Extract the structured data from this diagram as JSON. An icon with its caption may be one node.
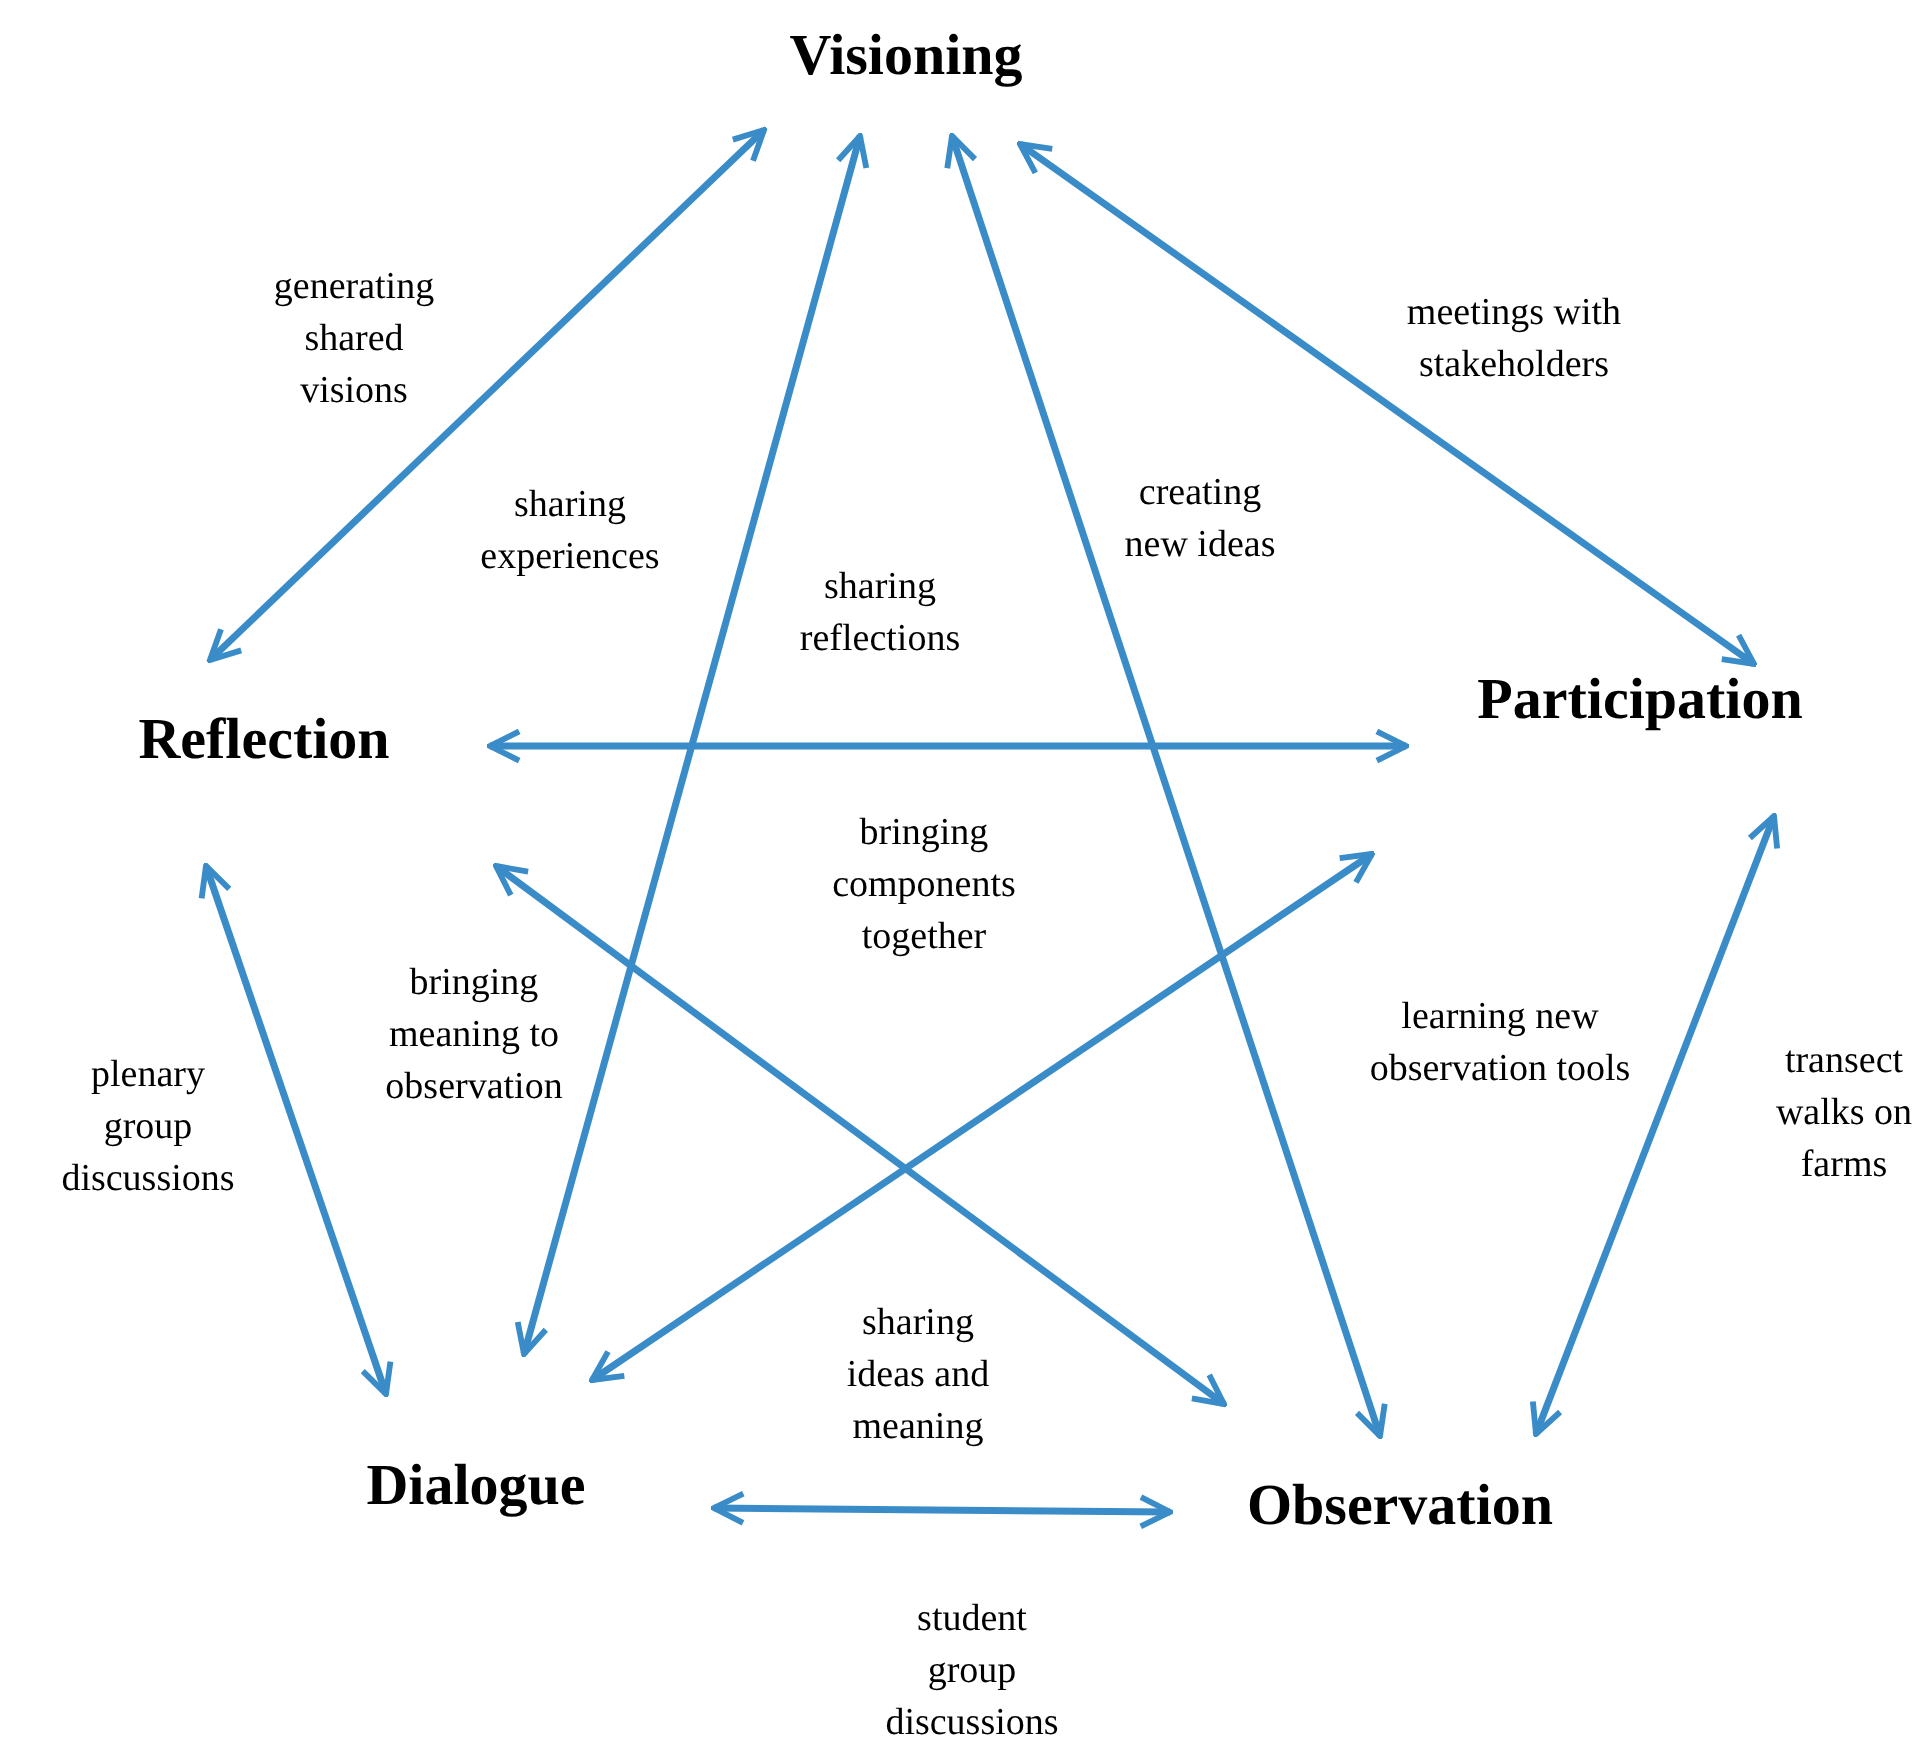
{
  "diagram": {
    "nodes": [
      {
        "text": [
          "Visioning"
        ]
      },
      {
        "text": [
          "Reflection"
        ]
      },
      {
        "text": [
          "Participation"
        ]
      },
      {
        "text": [
          "Dialogue"
        ]
      },
      {
        "text": [
          "Observation"
        ]
      }
    ],
    "edges": [
      {
        "from": 0,
        "to": 1,
        "arrow": "both",
        "label": "generating shared visions"
      },
      {
        "from": 0,
        "to": 2,
        "arrow": "both",
        "label": "meetings with stakeholders"
      },
      {
        "from": 2,
        "to": 4,
        "arrow": "both",
        "label": "transect walks on farms"
      },
      {
        "from": 4,
        "to": 3,
        "arrow": "both",
        "label": "student group discussions"
      },
      {
        "from": 3,
        "to": 1,
        "arrow": "both",
        "label": "plenary group discussions"
      },
      {
        "from": 0,
        "to": 3,
        "arrow": "both",
        "label": "sharing experiences"
      },
      {
        "from": 0,
        "to": 4,
        "arrow": "both",
        "label": "creating new ideas"
      },
      {
        "from": 1,
        "to": 2,
        "arrow": "both",
        "label": "sharing reflections"
      },
      {
        "from": 1,
        "to": 4,
        "arrow": "both"
      },
      {
        "from": 3,
        "to": 2,
        "arrow": "both"
      }
    ],
    "labels": [
      "bringing components together",
      "bringing meaning to observation",
      "learning new observation tools",
      "sharing ideas and meaning"
    ]
  }
}
